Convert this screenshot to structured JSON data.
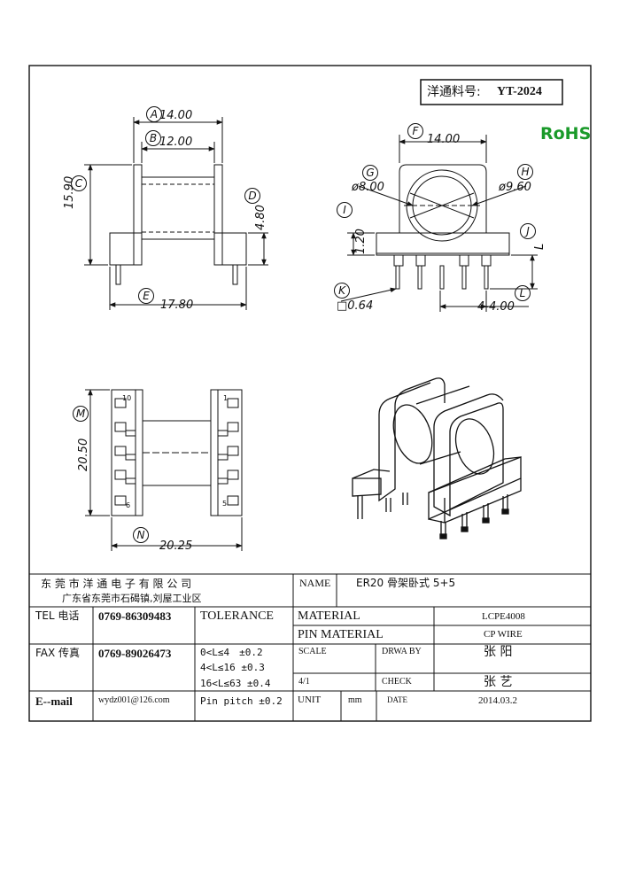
{
  "part_number": {
    "label": "洋通料号:",
    "value": "YT-2024"
  },
  "rohs": "RoHS",
  "colors": {
    "rohs": "#1a9a2a",
    "line": "#111111"
  },
  "dims": {
    "A": "A",
    "A_val": "14.00",
    "B": "B",
    "B_val": "12.00",
    "C": "C",
    "C_val": "15.90",
    "D": "D",
    "D_val": "4.80",
    "E": "E",
    "E_val": "17.80",
    "F": "F",
    "F_val": "14.00",
    "G": "G",
    "G_val": "ø8.00",
    "H": "H",
    "H_val": "ø9.60",
    "I": "I",
    "I_val": "1.20",
    "J": "J",
    "J_val": "L",
    "K": "K",
    "K_val": "□0.64",
    "L": "L",
    "L_val": "4-4.00",
    "M": "M",
    "M_val": "20.50",
    "N": "N",
    "N_val": "20.25"
  },
  "pins": {
    "p10": "10",
    "p1": "1",
    "p6": "6",
    "p5": "5"
  },
  "title_block": {
    "company": "东 莞 市 洋 通 电 子 有 限 公 司",
    "address": "广东省东莞市石碣镇,刘屋工业区",
    "name_label": "NAME",
    "name_value": "ER20 骨架卧式 5+5",
    "tel_label": "TEL 电话",
    "tel_value": "0769-86309483",
    "tolerance_label": "TOLERANCE",
    "material_label": "MATERIAL",
    "material_value": "LCPE4008",
    "pin_material_label": "PIN MATERIAL",
    "pin_material_value": "CP WIRE",
    "fax_label": "FAX 传真",
    "fax_value": "0769-89026473",
    "tol_1": "0<L≤4　±0.2",
    "tol_2": "4<L≤16 ±0.3",
    "tol_3": "16<L≤63 ±0.4",
    "scale_label": "SCALE",
    "scale_value": "4/1",
    "drawby_label": "DRWA BY",
    "drawby_value": "张 阳",
    "check_label": "CHECK",
    "check_value": "张 艺",
    "email_label": "E--mail",
    "email_value": "wydz001@126.com",
    "pin_pitch": "Pin pitch ±0.2",
    "unit_label": "UNIT",
    "unit_value": "mm",
    "date_label": "DATE",
    "date_value": "2014.03.2"
  }
}
